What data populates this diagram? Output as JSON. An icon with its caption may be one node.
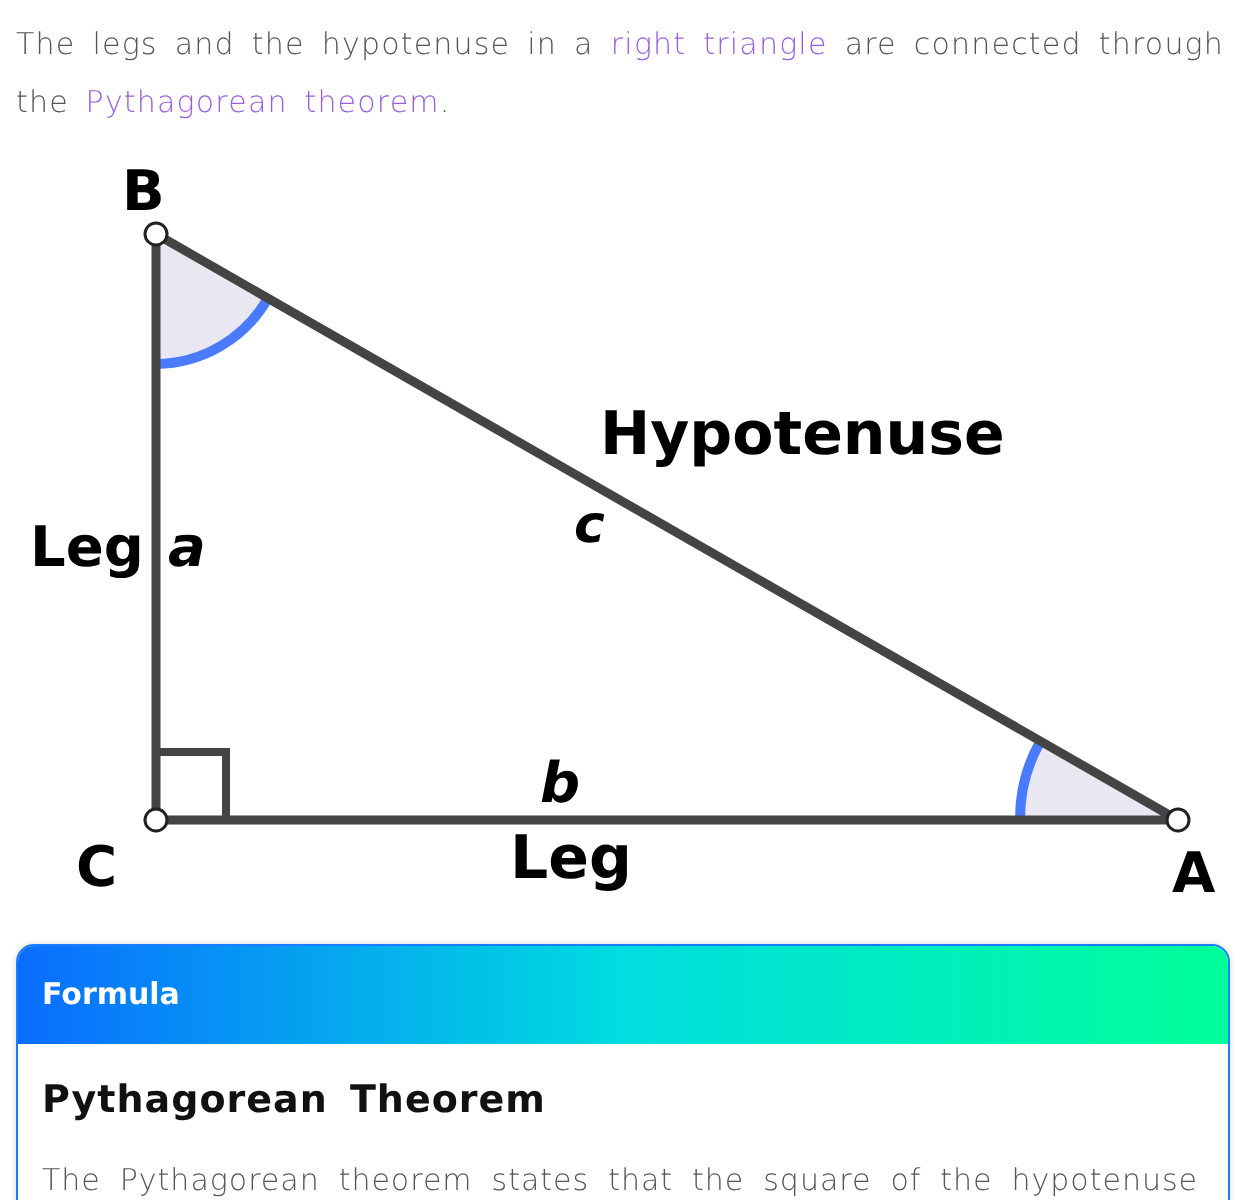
{
  "diagram": {
    "labels": [
      "The legs and the hypotenuse in a",
      "right triangle",
      "are connected through the",
      "Pythagorean theorem",
      ".",
      "B",
      "Hypotenuse",
      "Leg",
      "a",
      "c",
      "b",
      "C",
      "Leg",
      "A",
      "Formula",
      "Pythagorean Theorem",
      "The Pythagorean theorem states that the square of the hypotenuse"
    ]
  }
}
